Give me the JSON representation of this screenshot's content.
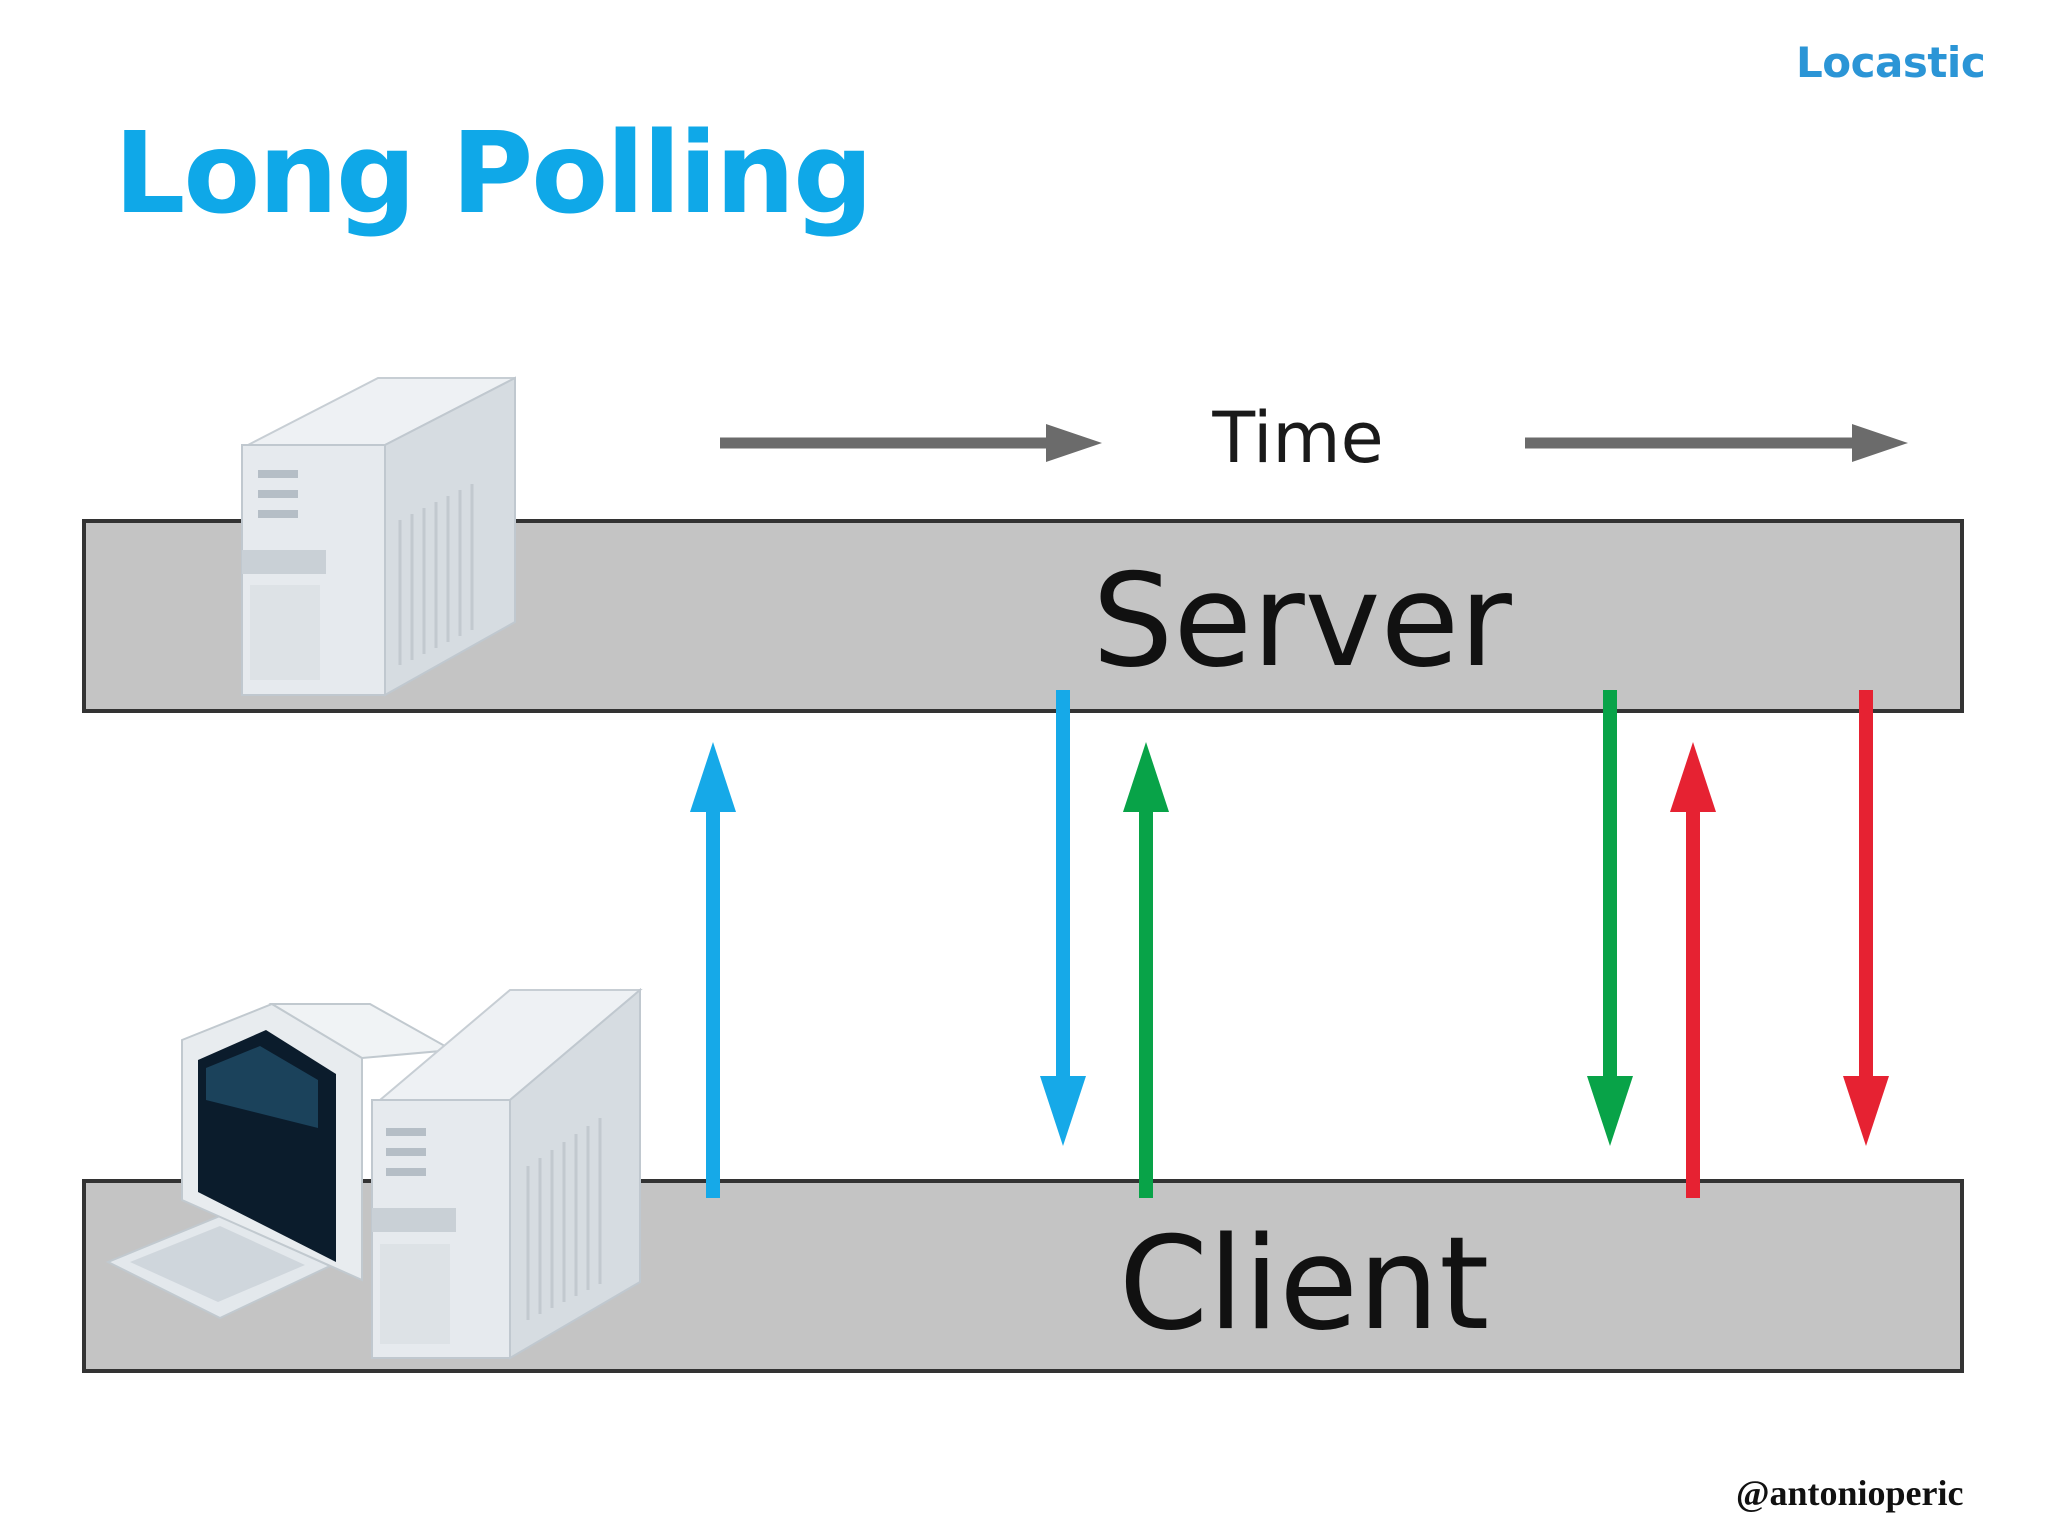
{
  "header": {
    "brand": "Locastic",
    "title": "Long Polling"
  },
  "diagram": {
    "time_label": "Time",
    "server_label": "Server",
    "client_label": "Client",
    "colors": {
      "title": "#0fa8e8",
      "brand": "#2b95d6",
      "blue": "#16a9e8",
      "green": "#08a348",
      "red": "#e62232",
      "bar": "#c4c4c4",
      "time_arrow": "#6b6b6b"
    },
    "messages": [
      {
        "direction": "client-to-server",
        "color": "blue"
      },
      {
        "direction": "server-to-client",
        "color": "blue"
      },
      {
        "direction": "client-to-server",
        "color": "green"
      },
      {
        "direction": "server-to-client",
        "color": "green"
      },
      {
        "direction": "client-to-server",
        "color": "red"
      },
      {
        "direction": "server-to-client",
        "color": "red"
      }
    ]
  },
  "footer": {
    "handle": "@antonioperic"
  }
}
